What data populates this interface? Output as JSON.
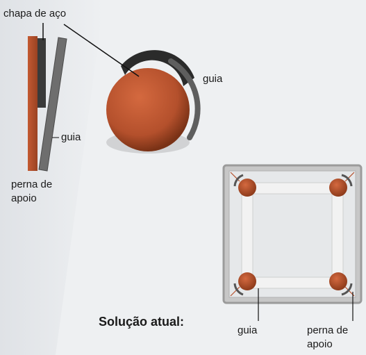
{
  "labels": {
    "steel_plate": "chapa de aço",
    "guide_side": "guia",
    "guide_top": "guia",
    "support_leg_side_line1": "perna de",
    "support_leg_side_line2": "apoio",
    "current_solution": "Solução atual:",
    "guide_square": "guia",
    "support_leg_square_line1": "perna de",
    "support_leg_square_line2": "apoio"
  },
  "colors": {
    "background": "#eef0f2",
    "leg_orange": "#b4502c",
    "guide_gray": "#6e6e6e",
    "plate_dark": "#3a3a3a",
    "frame_gray": "#9b9b9b"
  }
}
